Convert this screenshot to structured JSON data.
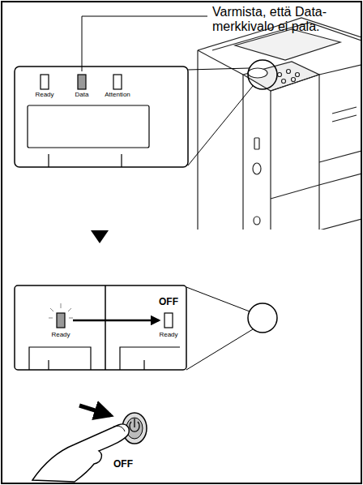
{
  "diagram": {
    "labels": [
      "Varmista, että Data- merkkivalo ei pala.",
      "Ready",
      "Data",
      "Attention",
      "OFF",
      "Ready",
      "Ready",
      "OFF"
    ]
  }
}
